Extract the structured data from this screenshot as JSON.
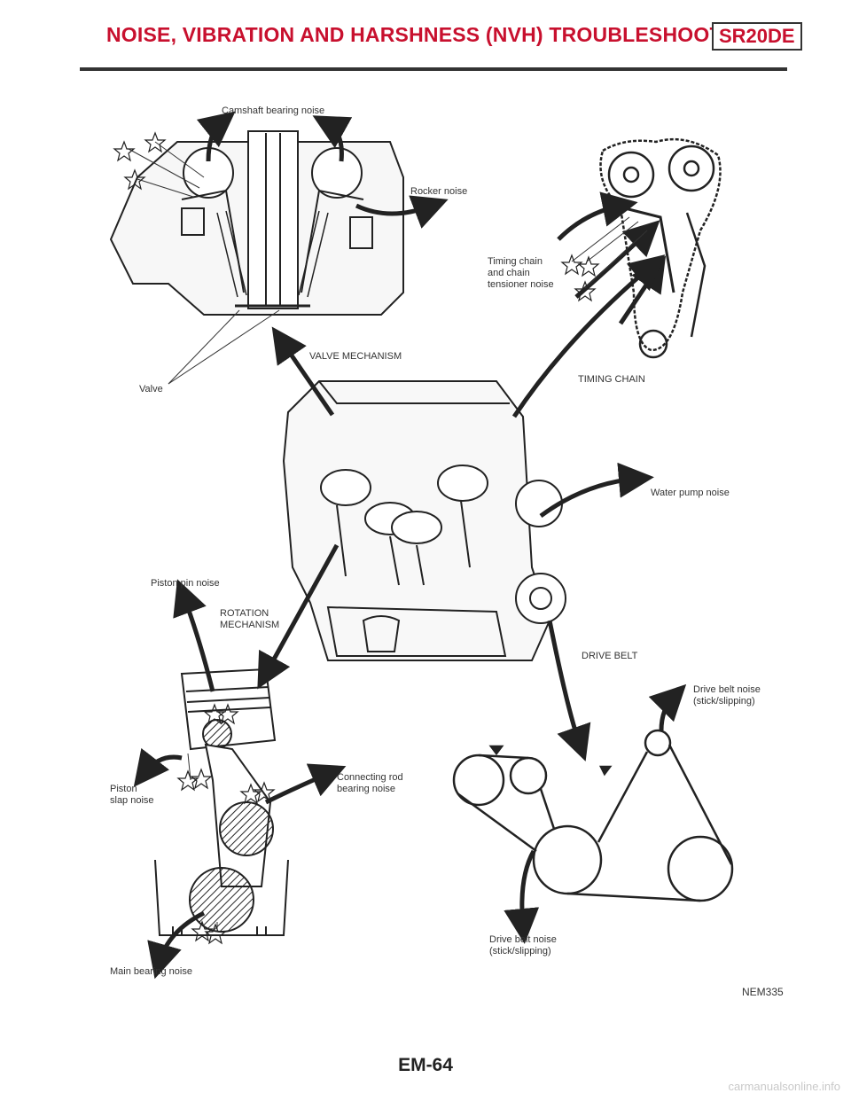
{
  "header": {
    "title": "NOISE, VIBRATION AND HARSHNESS (NVH) TROUBLESHOOTING",
    "badge": "SR20DE"
  },
  "labels": {
    "camshaft": "Camshaft bearing noise",
    "rocker": "Rocker noise",
    "timing_chain_noise": "Timing chain\nand chain\ntensioner noise",
    "valve_mechanism": "VALVE MECHANISM",
    "valve": "Valve",
    "timing_chain": "TIMING CHAIN",
    "water_pump": "Water pump noise",
    "piston_pin": "Piston pin noise",
    "rotation_mechanism": "ROTATION\nMECHANISM",
    "drive_belt": "DRIVE BELT",
    "drive_belt_noise_upper": "Drive belt noise\n(stick/slipping)",
    "piston_slap": "Piston\nslap noise",
    "conrod_bearing": "Connecting rod\nbearing noise",
    "drive_belt_noise_lower": "Drive belt noise\n(stick/slipping)",
    "main_bearing": "Main bearing noise"
  },
  "figure_code": "NEM335",
  "page_number": "EM-64",
  "watermark": "carmanualsonline.info"
}
